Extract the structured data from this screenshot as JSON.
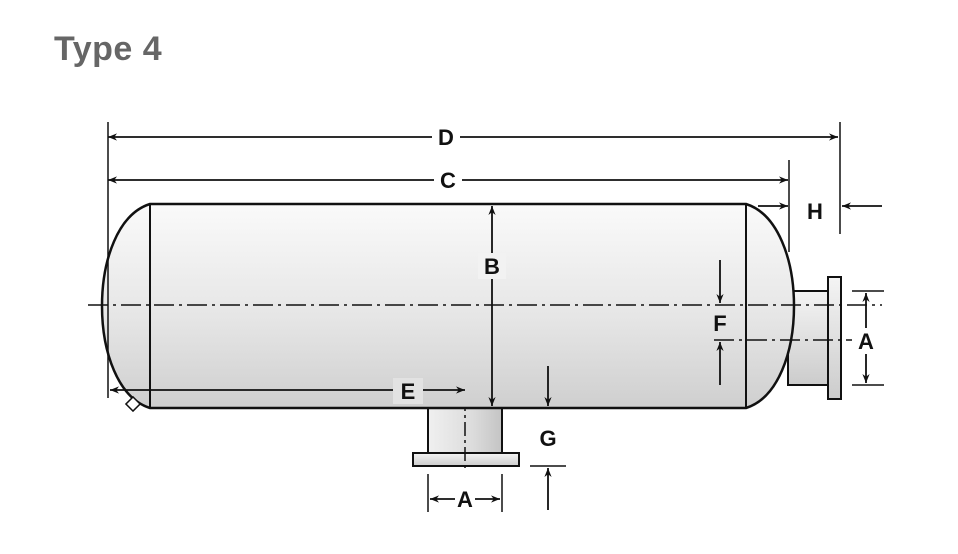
{
  "title": "Type 4",
  "dimensions": {
    "D": "D",
    "C": "C",
    "H": "H",
    "B": "B",
    "F": "F",
    "A_outlet": "A",
    "E": "E",
    "G": "G",
    "A_inlet": "A"
  },
  "colors": {
    "title": "#666666",
    "stroke": "#111111",
    "body_shade": "#e4e4e4"
  }
}
